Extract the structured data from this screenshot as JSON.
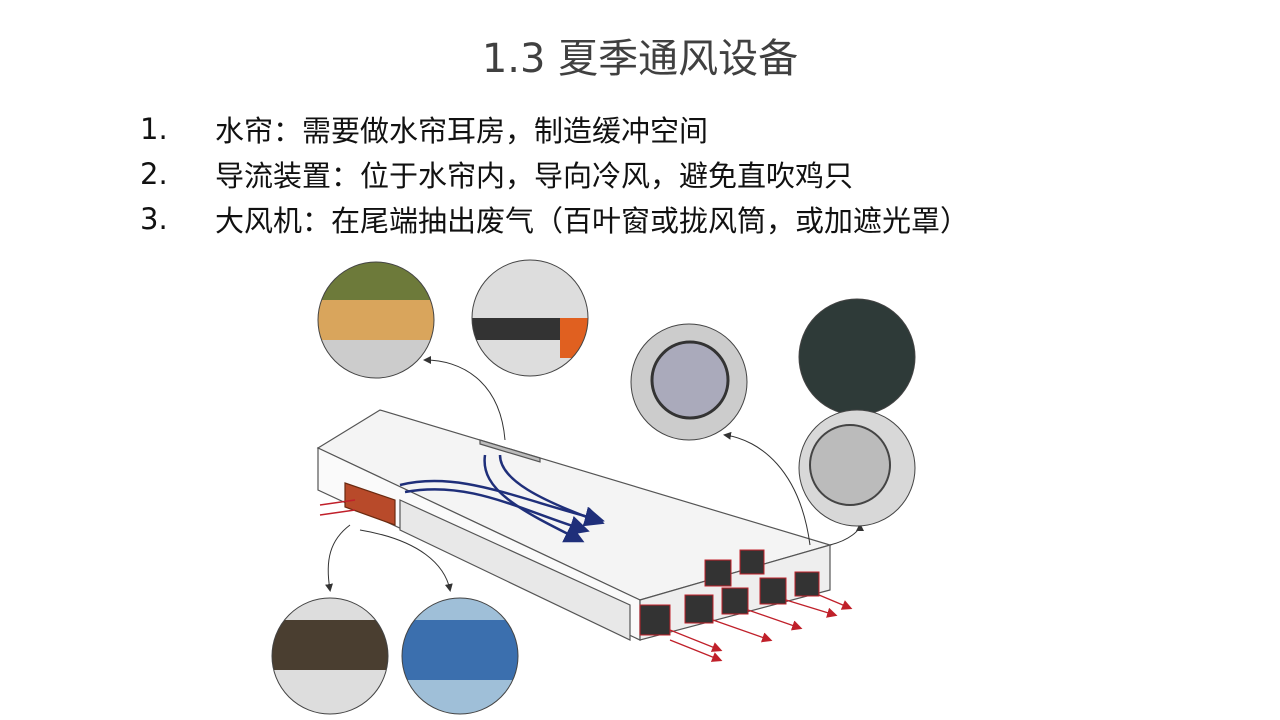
{
  "slide": {
    "title": "1.3 夏季通风设备",
    "items": [
      {
        "number": "1.",
        "text": "水帘：需要做水帘耳房，制造缓冲空间"
      },
      {
        "number": "2.",
        "text": "导流装置：位于水帘内，导向冷风，避免直吹鸡只"
      },
      {
        "number": "3.",
        "text": "大风机：在尾端抽出废气（百叶窗或拢风筒，或加遮光罩）"
      }
    ]
  },
  "colors": {
    "title": "#404040",
    "airflow_cool": "#1f2f7a",
    "airflow_exhaust": "#c0202a"
  }
}
